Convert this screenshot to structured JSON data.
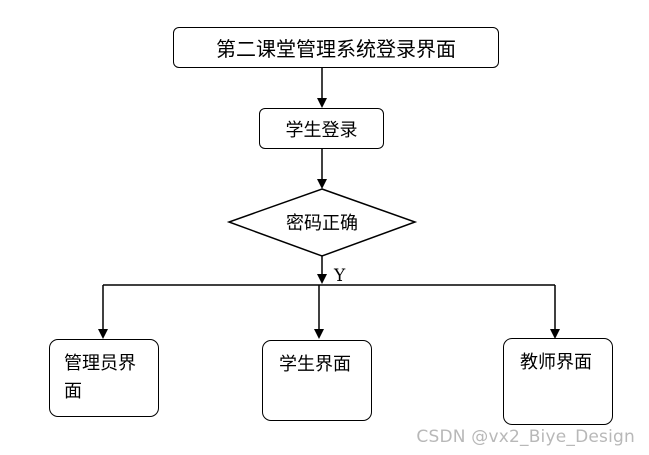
{
  "diagram": {
    "title_box": "第二课堂管理系统登录界面",
    "login_box": "学生登录",
    "decision": "密码正确",
    "branch_label": "Y",
    "targets": [
      {
        "label": "管理员界面"
      },
      {
        "label": "学生界面"
      },
      {
        "label": "教师界面"
      }
    ]
  },
  "watermark": "CSDN @vx2_Biye_Design"
}
